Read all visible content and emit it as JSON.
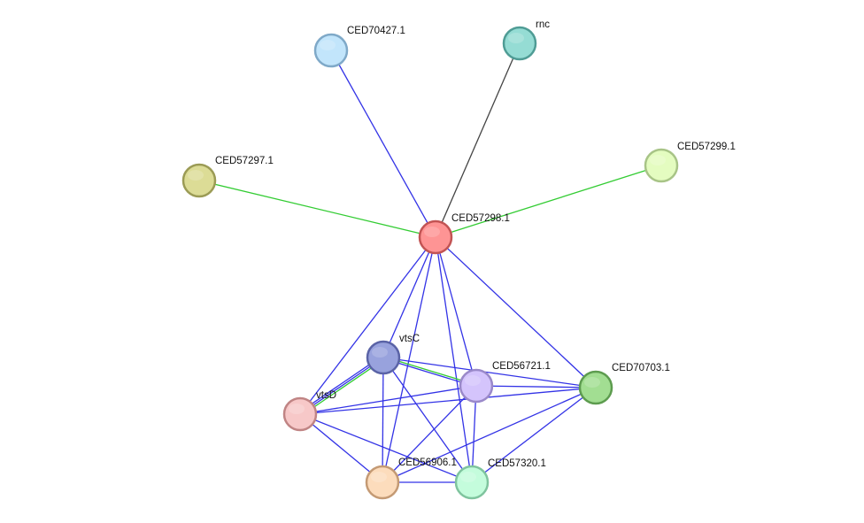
{
  "network": {
    "nodes": [
      {
        "id": "CED70427.1",
        "label": "CED70427.1",
        "fill": "#c2e5fb",
        "stroke": "#7fa9c8"
      },
      {
        "id": "rnc",
        "label": "rnc",
        "fill": "#95dcd4",
        "stroke": "#4f9c95"
      },
      {
        "id": "CED57297.1",
        "label": "CED57297.1",
        "fill": "#dcdc96",
        "stroke": "#9b9b55"
      },
      {
        "id": "CED57299.1",
        "label": "CED57299.1",
        "fill": "#e4fcc0",
        "stroke": "#a8c487"
      },
      {
        "id": "CED57298.1",
        "label": "CED57298.1",
        "fill": "#fe9494",
        "stroke": "#c25454"
      },
      {
        "id": "vtsC",
        "label": "vtsC",
        "fill": "#98a2dd",
        "stroke": "#5a63a6"
      },
      {
        "id": "CED56721.1",
        "label": "CED56721.1",
        "fill": "#d4c4fc",
        "stroke": "#9a89c9"
      },
      {
        "id": "CED70703.1",
        "label": "CED70703.1",
        "fill": "#a2de92",
        "stroke": "#5d9c4f"
      },
      {
        "id": "vtsD",
        "label": "vtsD",
        "fill": "#f7c8c8",
        "stroke": "#c08484"
      },
      {
        "id": "CED56906.1",
        "label": "CED56906.1",
        "fill": "#fcdcbc",
        "stroke": "#c49a74"
      },
      {
        "id": "CED57320.1",
        "label": "CED57320.1",
        "fill": "#c4fcdc",
        "stroke": "#7fc49e"
      }
    ],
    "edges": [
      {
        "source": "CED57298.1",
        "target": "CED70427.1",
        "colors": [
          "#3333e6"
        ]
      },
      {
        "source": "CED57298.1",
        "target": "rnc",
        "colors": [
          "#444444"
        ]
      },
      {
        "source": "CED57298.1",
        "target": "CED57297.1",
        "colors": [
          "#33cc33"
        ]
      },
      {
        "source": "CED57298.1",
        "target": "CED57299.1",
        "colors": [
          "#33cc33"
        ]
      },
      {
        "source": "CED57298.1",
        "target": "vtsC",
        "colors": [
          "#3333e6"
        ]
      },
      {
        "source": "CED57298.1",
        "target": "vtsD",
        "colors": [
          "#3333e6"
        ]
      },
      {
        "source": "CED57298.1",
        "target": "CED56721.1",
        "colors": [
          "#3333e6"
        ]
      },
      {
        "source": "CED57298.1",
        "target": "CED70703.1",
        "colors": [
          "#3333e6"
        ]
      },
      {
        "source": "CED57298.1",
        "target": "CED56906.1",
        "colors": [
          "#3333e6"
        ]
      },
      {
        "source": "CED57298.1",
        "target": "CED57320.1",
        "colors": [
          "#3333e6"
        ]
      },
      {
        "source": "vtsC",
        "target": "CED56721.1",
        "colors": [
          "#33cc33",
          "#3333e6"
        ]
      },
      {
        "source": "vtsC",
        "target": "vtsD",
        "colors": [
          "#33cc33",
          "#3333e6",
          "#3333e6"
        ]
      },
      {
        "source": "vtsC",
        "target": "CED70703.1",
        "colors": [
          "#3333e6"
        ]
      },
      {
        "source": "vtsC",
        "target": "CED56906.1",
        "colors": [
          "#3333e6"
        ]
      },
      {
        "source": "vtsC",
        "target": "CED57320.1",
        "colors": [
          "#3333e6"
        ]
      },
      {
        "source": "vtsD",
        "target": "CED56721.1",
        "colors": [
          "#3333e6"
        ]
      },
      {
        "source": "vtsD",
        "target": "CED70703.1",
        "colors": [
          "#3333e6"
        ]
      },
      {
        "source": "vtsD",
        "target": "CED56906.1",
        "colors": [
          "#3333e6"
        ]
      },
      {
        "source": "vtsD",
        "target": "CED57320.1",
        "colors": [
          "#3333e6"
        ]
      },
      {
        "source": "CED56721.1",
        "target": "CED70703.1",
        "colors": [
          "#3333e6"
        ]
      },
      {
        "source": "CED56721.1",
        "target": "CED56906.1",
        "colors": [
          "#3333e6"
        ]
      },
      {
        "source": "CED56721.1",
        "target": "CED57320.1",
        "colors": [
          "#3333e6"
        ]
      },
      {
        "source": "CED70703.1",
        "target": "CED56906.1",
        "colors": [
          "#3333e6"
        ]
      },
      {
        "source": "CED70703.1",
        "target": "CED57320.1",
        "colors": [
          "#3333e6"
        ]
      },
      {
        "source": "CED56906.1",
        "target": "CED57320.1",
        "colors": [
          "#3333e6"
        ]
      }
    ]
  }
}
